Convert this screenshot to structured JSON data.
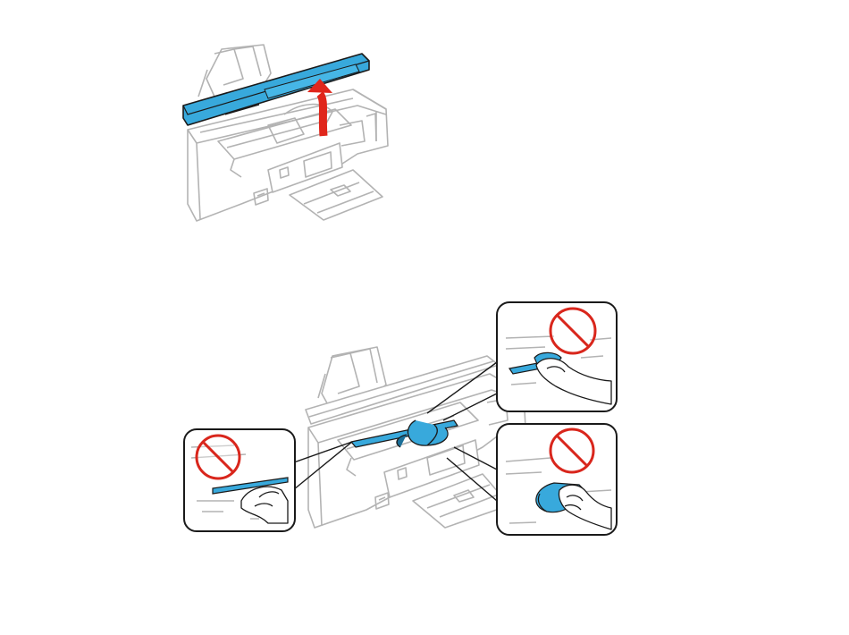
{
  "figures": [
    {
      "id": "open-scanner-unit",
      "icon": "curved-up-arrow-icon"
    },
    {
      "id": "remove-jammed-paper",
      "callouts": [
        {
          "id": "callout-left",
          "icon": "prohibited-icon"
        },
        {
          "id": "callout-top-right",
          "icon": "prohibited-icon"
        },
        {
          "id": "callout-bottom-right",
          "icon": "prohibited-icon"
        }
      ]
    }
  ],
  "colors": {
    "outline": "#b3b3b3",
    "line": "#1a1a1a",
    "highlight": "#38a9dc",
    "highlight_dark": "#1b6f98",
    "arrow": "#e0261b",
    "prohibit": "#d9261c"
  }
}
